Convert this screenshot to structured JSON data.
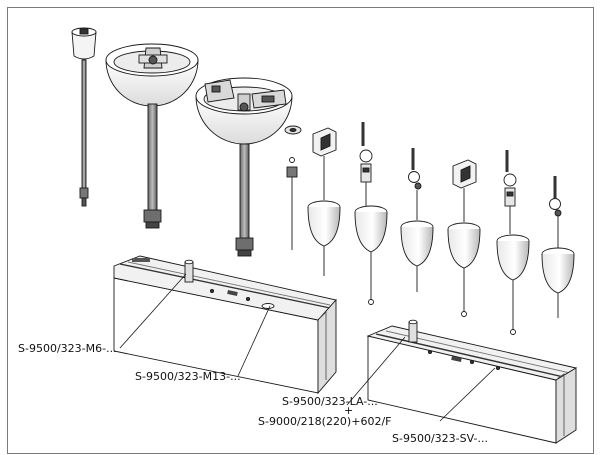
{
  "labels": {
    "m6": "S-9500/323-M6-...",
    "m13": "S-9500/323-M13-...",
    "la": "S-9500/323-LA-...",
    "plus": "+",
    "f": "S-9000/218(220)+602/F",
    "sv": "S-9500/323-SV-..."
  },
  "colors": {
    "line": "#1a1a1a",
    "shade": "#9a9a9a",
    "dark": "#444444",
    "light": "#d6d6d6",
    "frame": "#7a7a7a"
  }
}
